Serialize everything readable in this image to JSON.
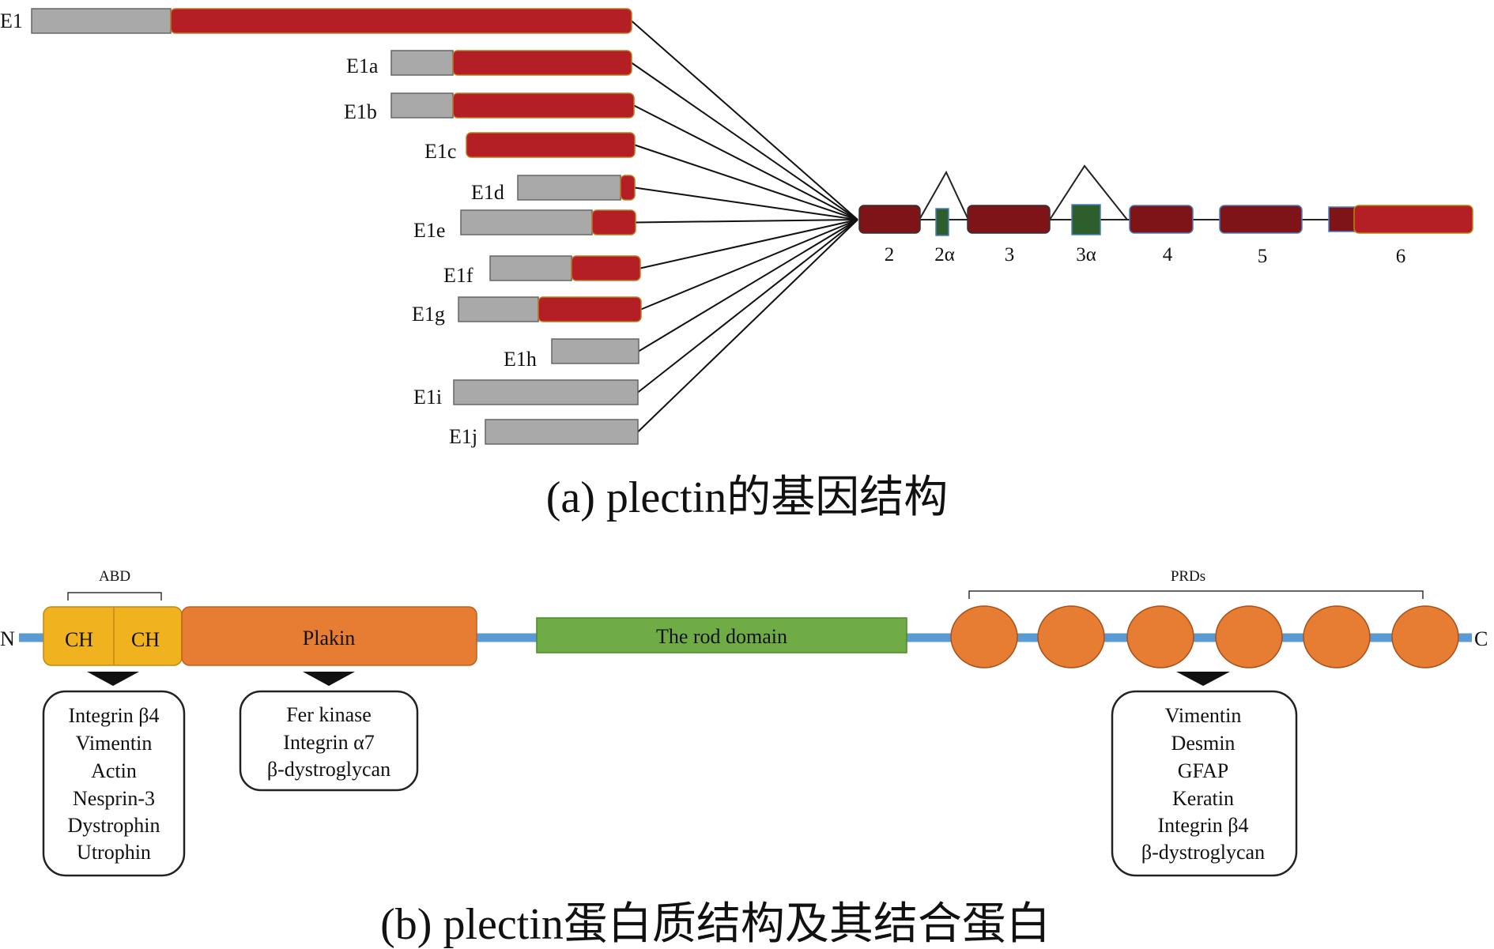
{
  "part_a": {
    "caption": "(a) plectin的基因结构",
    "first_exons": [
      {
        "label": "E1",
        "parts": [
          "gray",
          "red"
        ]
      },
      {
        "label": "E1a",
        "parts": [
          "gray",
          "red"
        ]
      },
      {
        "label": "E1b",
        "parts": [
          "gray",
          "red"
        ]
      },
      {
        "label": "E1c",
        "parts": [
          "red"
        ]
      },
      {
        "label": "E1d",
        "parts": [
          "gray",
          "red"
        ]
      },
      {
        "label": "E1e",
        "parts": [
          "gray",
          "red"
        ]
      },
      {
        "label": "E1f",
        "parts": [
          "gray",
          "red"
        ]
      },
      {
        "label": "E1g",
        "parts": [
          "gray",
          "red"
        ]
      },
      {
        "label": "E1h",
        "parts": [
          "gray"
        ]
      },
      {
        "label": "E1i",
        "parts": [
          "gray"
        ]
      },
      {
        "label": "E1j",
        "parts": [
          "gray"
        ]
      }
    ],
    "downstream_exons": [
      {
        "label": "2",
        "kind": "constitutive"
      },
      {
        "label": "2α",
        "kind": "alternative"
      },
      {
        "label": "3",
        "kind": "constitutive"
      },
      {
        "label": "3α",
        "kind": "alternative"
      },
      {
        "label": "4",
        "kind": "constitutive"
      },
      {
        "label": "5",
        "kind": "constitutive"
      },
      {
        "label": "6",
        "kind": "final"
      }
    ]
  },
  "part_b": {
    "caption": "(b) plectin蛋白质结构及其结合蛋白",
    "n_terminus": "N",
    "c_terminus": "C",
    "abd_label": "ABD",
    "ch_domains": [
      "CH",
      "CH"
    ],
    "plakin_label": "Plakin",
    "rod_label": "The rod domain",
    "prds_label": "PRDs",
    "prd_count": 6,
    "binding_partners": {
      "abd": [
        "Integrin β4",
        "Vimentin",
        "Actin",
        "Nesprin-3",
        "Dystrophin",
        "Utrophin"
      ],
      "plakin": [
        "Fer kinase",
        "Integrin α7",
        "β-dystroglycan"
      ],
      "prds": [
        "Vimentin",
        "Desmin",
        "GFAP",
        "Keratin",
        "Integrin β4",
        "β-dystroglycan"
      ]
    }
  },
  "colors": {
    "exon_gray": "#a9a9a9",
    "exon_red": "#b31f24",
    "exon_dark_red": "#7f1418",
    "exon_green": "#2e5e2b",
    "ch_yellow": "#f0b21f",
    "plakin_orange": "#e67d33",
    "rod_green": "#6fac46",
    "backbone_blue": "#5b9bd5"
  }
}
